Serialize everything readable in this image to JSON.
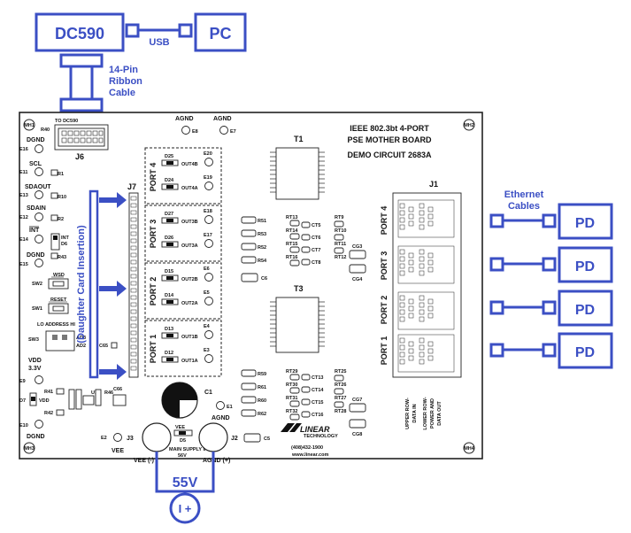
{
  "external": {
    "dc590_label": "DC590",
    "pc_label": "PC",
    "usb_label": "USB",
    "ribbon_label_1": "14-Pin",
    "ribbon_label_2": "Ribbon",
    "ribbon_label_3": "Cable",
    "ethernet_label_1": "Ethernet",
    "ethernet_label_2": "Cables",
    "pd_labels": [
      "PD",
      "PD",
      "PD",
      "PD"
    ],
    "supply_label": "55V",
    "supply_symbol": "I +",
    "daughter_card_label": "(Daughter Card Insertion)"
  },
  "board": {
    "title_line1": "IEEE 802.3bt 4-PORT",
    "title_line2": "PSE MOTHER BOARD",
    "subtitle": "DEMO CIRCUIT 2683A",
    "phone": "(408)432-1900",
    "website": "www.linear.com",
    "logo_text": "LINEAR",
    "logo_sub": "TECHNOLOGY",
    "mounting_holes": [
      "MH1",
      "MH2",
      "MH3",
      "MH4"
    ]
  },
  "left_column": {
    "r40": "R40",
    "to_dc590": "TO DC590",
    "j6": "J6",
    "dgnd_top": "DGND",
    "e16": "E16",
    "scl": "SCL",
    "e11": "E11",
    "r1": "R1",
    "sdaout": "SDAOUT",
    "e13": "E13",
    "r10": "R10",
    "sdain": "SDAIN",
    "e12": "E12",
    "r2": "R2",
    "int": "INT",
    "e14": "E14",
    "int_led": "INT",
    "d6": "D6",
    "r43": "R43",
    "dgnd_mid": "DGND",
    "e15": "E15",
    "sw2": "SW2",
    "wsd": "WSD",
    "sw1": "SW1",
    "reset": "RESET",
    "lo_address": "LO ADDRESS HI",
    "sw3": "SW3",
    "ad3": "AD3",
    "ad2": "AD2",
    "c65": "C65",
    "vdd": "VDD",
    "v33": "3.3V",
    "e9": "E9",
    "r41": "R41",
    "d7": "D7",
    "vdd_led": "VDD",
    "r42": "R42",
    "e10": "E10",
    "dgnd_bot": "DGND",
    "u1": "U1",
    "c66": "C66",
    "r46": "R46"
  },
  "ports": {
    "j7": "J7",
    "agnd_e8": "AGND",
    "e8": "E8",
    "agnd_e7": "AGND",
    "e7": "E7",
    "port_labels": [
      "PORT 4",
      "PORT 3",
      "PORT 2",
      "PORT 1"
    ],
    "groups": [
      {
        "d_a": "D25",
        "out_a": "OUT4B",
        "e_a": "E20",
        "d_b": "D24",
        "out_b": "OUT4A",
        "e_b": "E19"
      },
      {
        "d_a": "D27",
        "out_a": "OUT3B",
        "e_a": "E18",
        "d_b": "D26",
        "out_b": "OUT3A",
        "e_b": "E17"
      },
      {
        "d_a": "D15",
        "out_a": "OUT2B",
        "e_a": "E6",
        "d_b": "D14",
        "out_b": "OUT2A",
        "e_b": "E5"
      },
      {
        "d_a": "D13",
        "out_a": "OUT1B",
        "e_a": "E4",
        "d_b": "D12",
        "out_b": "OUT1A",
        "e_b": "E3"
      }
    ]
  },
  "center": {
    "t1": "T1",
    "t3": "T3",
    "r_top": [
      "R51",
      "R53",
      "R52",
      "R54"
    ],
    "c6": "C6",
    "r_bot": [
      "R59",
      "R61",
      "R60",
      "R62"
    ],
    "c5": "C5",
    "rt_top_left": [
      "RT13",
      "RT14",
      "RT15",
      "RT16"
    ],
    "ct_top": [
      "CT5",
      "CT6",
      "CT7",
      "CT8"
    ],
    "rt_top_right": [
      "RT9",
      "RT10",
      "RT11",
      "RT12"
    ],
    "cg3": "CG3",
    "cg4": "CG4",
    "rt_bot_left": [
      "RT29",
      "RT30",
      "RT31",
      "RT32"
    ],
    "ct_bot": [
      "CT13",
      "CT14",
      "CT15",
      "CT16"
    ],
    "rt_bot_right": [
      "RT25",
      "RT26",
      "RT27",
      "RT28"
    ],
    "cg7": "CG7",
    "cg8": "CG8",
    "c1": "C1",
    "e1": "E1",
    "agnd_e1": "AGND"
  },
  "bottom": {
    "e2": "E2",
    "j3": "J3",
    "vee": "VEE",
    "vee_minus": "VEE (-)",
    "vee_diode": "VEE",
    "d5": "D5",
    "main_supply": "MAIN SUPPLY IN",
    "supply_v": "56V",
    "j2": "J2",
    "agnd_plus": "AGND (+)"
  },
  "rj45": {
    "j1": "J1",
    "port_labels": [
      "PORT 4",
      "PORT 3",
      "PORT 2",
      "PORT 1"
    ],
    "upper_row_1": "UPPER ROW-",
    "upper_row_2": "DATA IN",
    "lower_row_1": "LOWER ROW-",
    "lower_row_2": "POWER AND",
    "lower_row_3": "DATA OUT"
  }
}
